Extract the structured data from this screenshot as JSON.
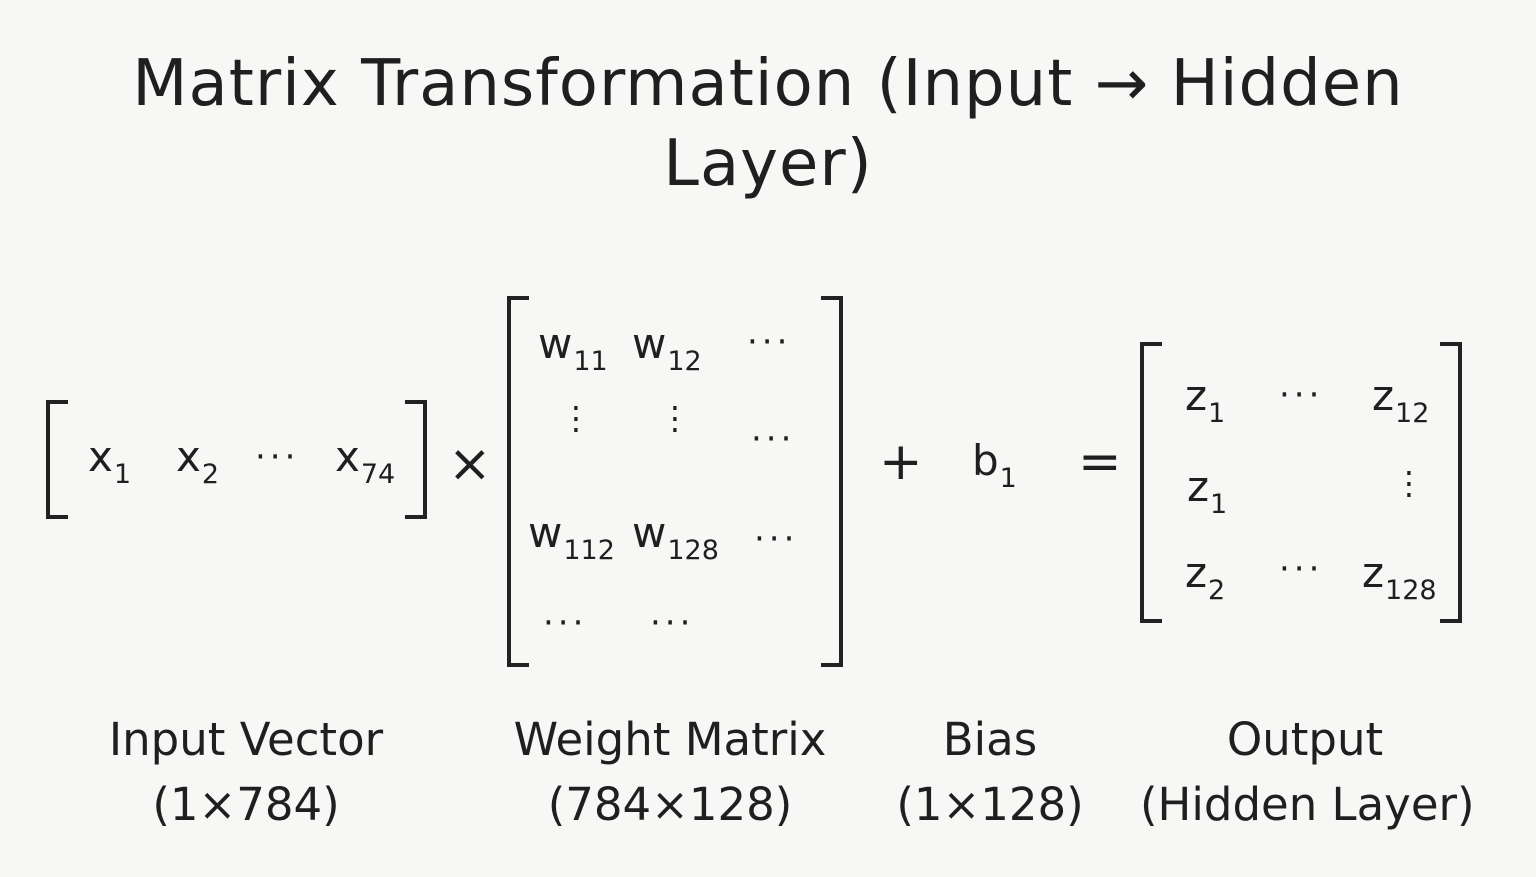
{
  "title": {
    "line1": "Matrix Transformation (Input → Hidden",
    "line2": "Layer)"
  },
  "input_vector": {
    "entries": [
      {
        "base": "x",
        "sub": "1"
      },
      {
        "base": "x",
        "sub": "2"
      },
      {
        "base": "x",
        "sub": "74"
      }
    ],
    "dots": "···",
    "label_name": "Input Vector",
    "label_shape": "(1×784)"
  },
  "operators": {
    "multiply": "×",
    "plus": "+",
    "equals": "="
  },
  "weight_matrix": {
    "entries": [
      {
        "base": "w",
        "sub": "11"
      },
      {
        "base": "w",
        "sub": "12"
      },
      {
        "base": "w",
        "sub": "112"
      },
      {
        "base": "w",
        "sub": "128"
      }
    ],
    "dots": "···",
    "vdots": "⋮",
    "label_name": "Weight Matrix",
    "label_shape": "(784×128)"
  },
  "bias": {
    "entry": {
      "base": "b",
      "sub": "1"
    },
    "label_name": "Bias",
    "label_shape": "(1×128)"
  },
  "output": {
    "entries": [
      {
        "base": "z",
        "sub": "1"
      },
      {
        "base": "z",
        "sub": "12"
      },
      {
        "base": "z",
        "sub": "1"
      },
      {
        "base": "z",
        "sub": "2"
      },
      {
        "base": "z",
        "sub": "128"
      }
    ],
    "dots": "···",
    "vdots": "⋮",
    "label_name": "Output",
    "label_shape": "(Hidden Layer)"
  }
}
